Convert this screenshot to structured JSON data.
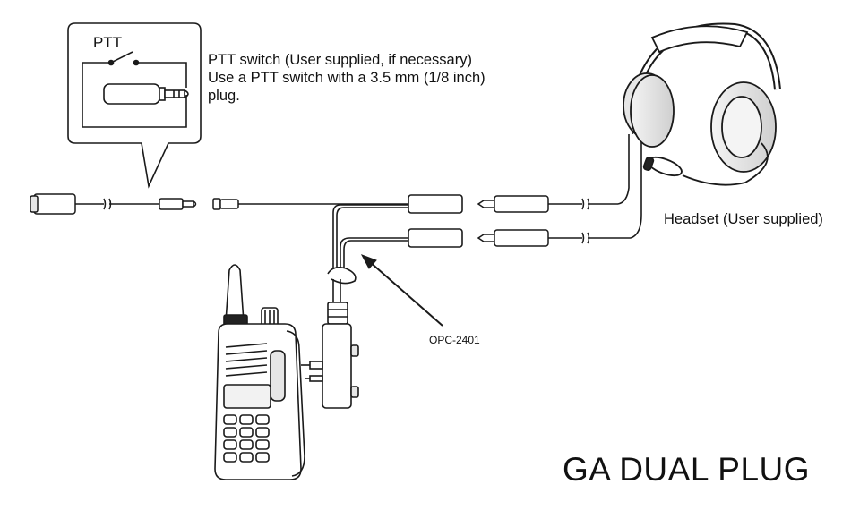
{
  "labels": {
    "ptt": "PTT",
    "ptt_note_lines": [
      "PTT switch (User supplied, if necessary)",
      "Use a PTT switch with a 3.5 mm (1/8 inch)",
      "plug."
    ],
    "headset": "Headset (User supplied)",
    "adapter": "OPC-2401",
    "title": "GA DUAL PLUG"
  },
  "colors": {
    "line": "#1a1a1a",
    "fill_light": "#ffffff",
    "fill_gray": "#e6e6e6",
    "fill_dark": "#222222"
  }
}
